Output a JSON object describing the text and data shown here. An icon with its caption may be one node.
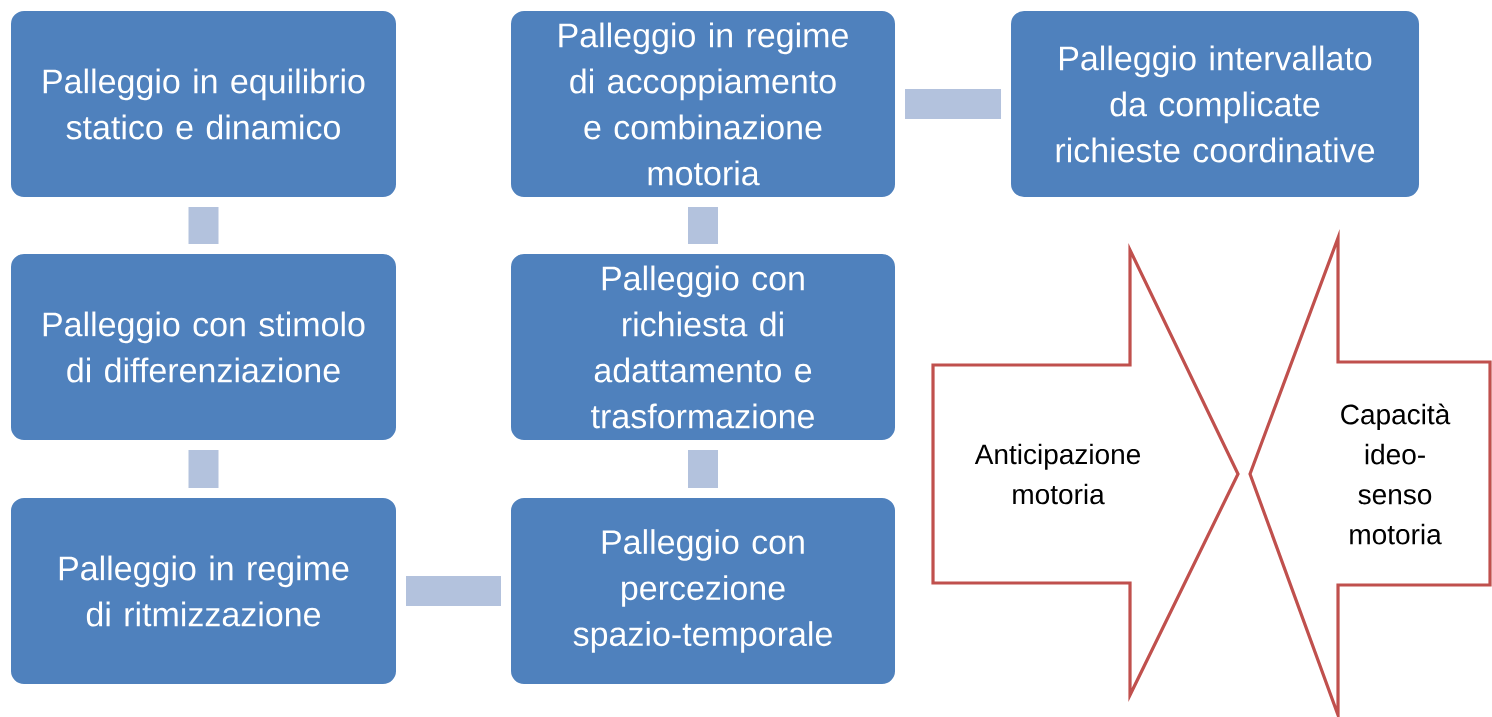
{
  "diagram": {
    "nodes": [
      {
        "text": [
          "Palleggio in equilibrio statico e dinamico"
        ]
      },
      {
        "text": [
          "Palleggio con stimolo di differenziazione"
        ]
      },
      {
        "text": [
          "Palleggio in regime di ritmizzazione"
        ]
      },
      {
        "text": [
          "Palleggio con percezione spazio-temporale"
        ]
      },
      {
        "text": [
          "Palleggio con richiesta di adattamento e trasformazione"
        ]
      },
      {
        "text": [
          "Palleggio in regime di accoppiamento e combinazione motoria"
        ]
      },
      {
        "text": [
          "Palleggio intervallato da complicate richieste coordinative"
        ]
      },
      {
        "text": [
          "Anticipazione motoria"
        ]
      },
      {
        "text": [
          "Capacità ideo-senso motoria"
        ]
      }
    ],
    "edges": [
      {
        "from": 0,
        "to": 1,
        "arrow": "none"
      },
      {
        "from": 1,
        "to": 2,
        "arrow": "none"
      },
      {
        "from": 2,
        "to": 3,
        "arrow": "none"
      },
      {
        "from": 3,
        "to": 4,
        "arrow": "none"
      },
      {
        "from": 4,
        "to": 5,
        "arrow": "none"
      },
      {
        "from": 5,
        "to": 6,
        "arrow": "none"
      }
    ]
  }
}
